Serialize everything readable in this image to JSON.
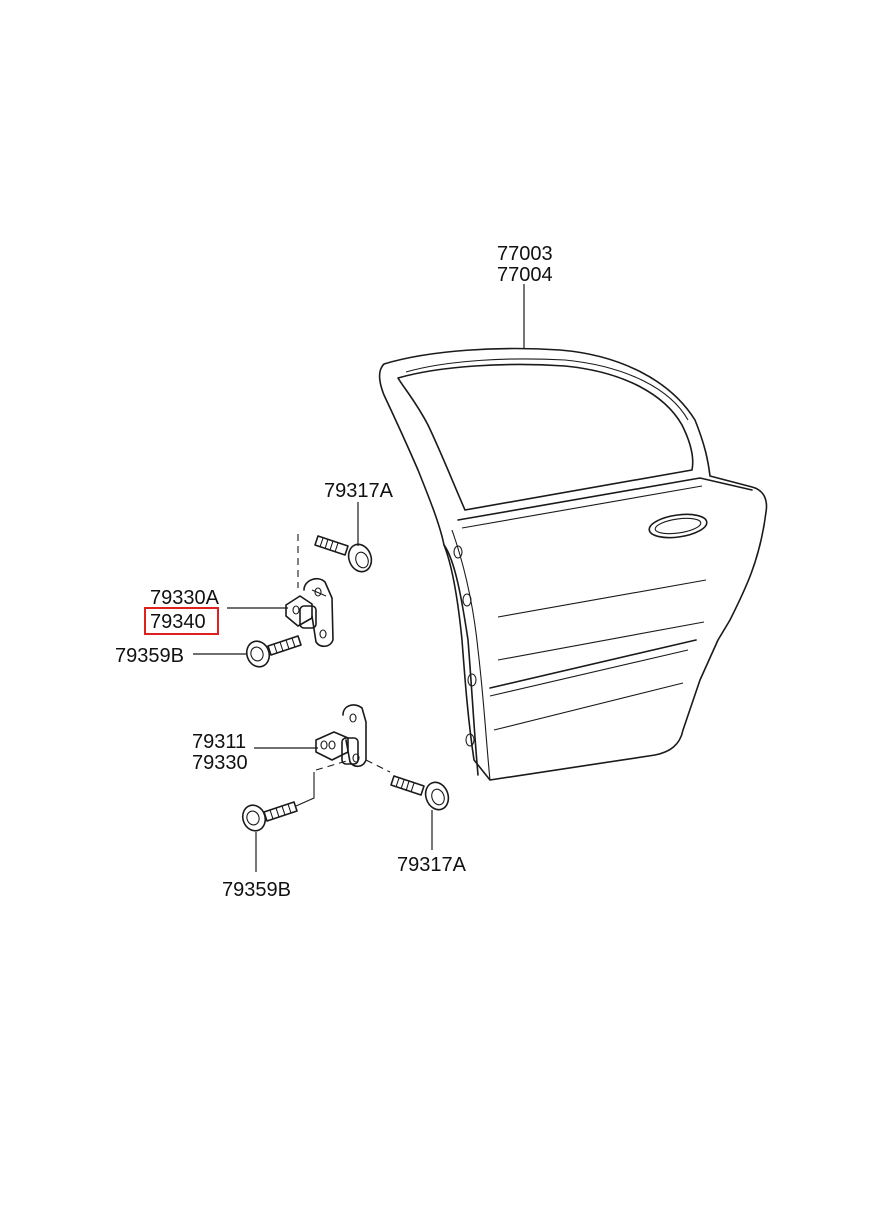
{
  "labels": {
    "door_upper": "77003",
    "door_lower": "77004",
    "upper_bolt_1": "79317A",
    "upper_hinge_a": "79330A",
    "upper_hinge_b": "79340",
    "upper_bolt_2": "79359B",
    "lower_hinge_a": "79311",
    "lower_hinge_b": "79330",
    "lower_bolt_1": "79359B",
    "lower_bolt_2": "79317A"
  },
  "highlight": {
    "label": "79340",
    "color": "#e02020"
  }
}
